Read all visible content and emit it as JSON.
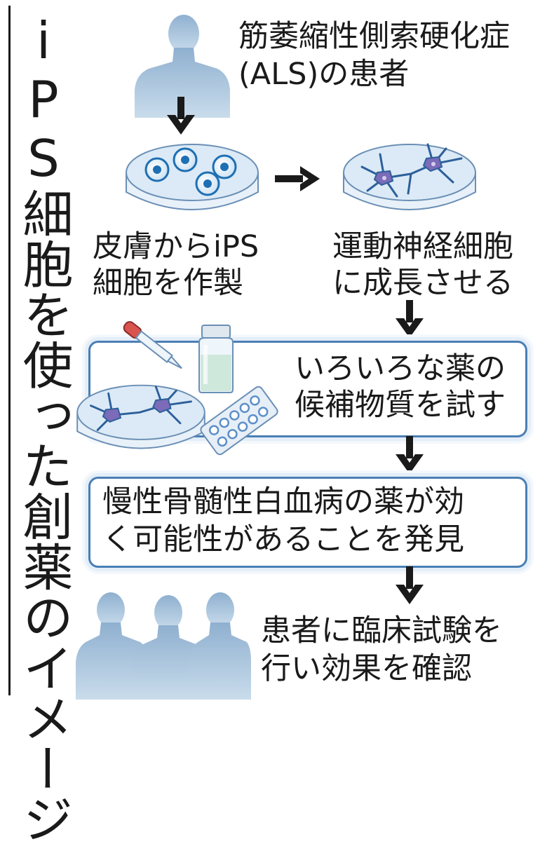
{
  "title": "iPS細胞を使った創薬のイメージ",
  "steps": {
    "patient": [
      "筋萎縮性側索硬化症",
      "(ALS)の患者"
    ],
    "ips": [
      "皮膚からiPS",
      "細胞を作製"
    ],
    "neuron": [
      "運動神経細胞",
      "に成長させる"
    ],
    "test": [
      "いろいろな薬の",
      "候補物質を試す"
    ],
    "discovery": [
      "慢性骨髄性白血病の薬が効",
      "く可能性があることを発見"
    ],
    "trial": [
      "患者に臨床試験を",
      "行い効果を確認"
    ]
  },
  "icons": [
    "person-silhouette-icon",
    "petri-dish-ips-icon",
    "petri-dish-neuron-icon",
    "dropper-icon",
    "medicine-bottle-icon",
    "pill-pack-icon",
    "patients-group-icon",
    "arrow-down-icon",
    "arrow-right-icon"
  ],
  "colors": {
    "silhouette": "#9fbcd8",
    "box_border": "#4a7fb5",
    "dish_fill": "#dbeaf6",
    "cell_color": "#1e6fb3",
    "neuron_color": "#7b6bb8",
    "liquid": "#cfe8dc",
    "pill": "#5d8fc9",
    "text": "#1a1a1a"
  }
}
